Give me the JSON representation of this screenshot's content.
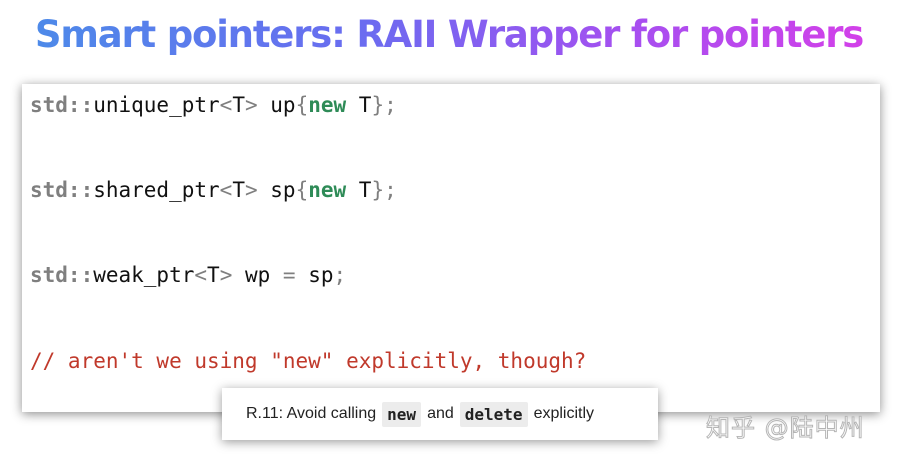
{
  "title": "Smart pointers: RAII Wrapper for pointers",
  "code": {
    "line1": {
      "ns": "std::",
      "type": "unique_ptr",
      "lt": "<",
      "tparam": "T",
      "gt": ">",
      "var": " up",
      "lbrace": "{",
      "kw": "new",
      "arg": " T",
      "rbrace": "}",
      "semi": ";"
    },
    "line2": {
      "ns": "std::",
      "type": "shared_ptr",
      "lt": "<",
      "tparam": "T",
      "gt": ">",
      "var": " sp",
      "lbrace": "{",
      "kw": "new",
      "arg": " T",
      "rbrace": "}",
      "semi": ";"
    },
    "line3": {
      "ns": "std::",
      "type": "weak_ptr",
      "lt": "<",
      "tparam": "T",
      "gt": ">",
      "var": " wp ",
      "eq": "=",
      "rhs": " sp",
      "semi": ";"
    },
    "comment": "// aren't we using \"new\" explicitly, though?"
  },
  "note": {
    "prefix": "R.11: Avoid calling",
    "chip1": "new",
    "middle": "and",
    "chip2": "delete",
    "suffix": "explicitly"
  },
  "watermark": "知乎 @陆中州",
  "colors": {
    "title_gradient_start": "#4a8de8",
    "title_gradient_end": "#d93ee8",
    "keyword": "#2e8b57",
    "comment": "#c0392b",
    "namespace": "#7f7f7f"
  }
}
